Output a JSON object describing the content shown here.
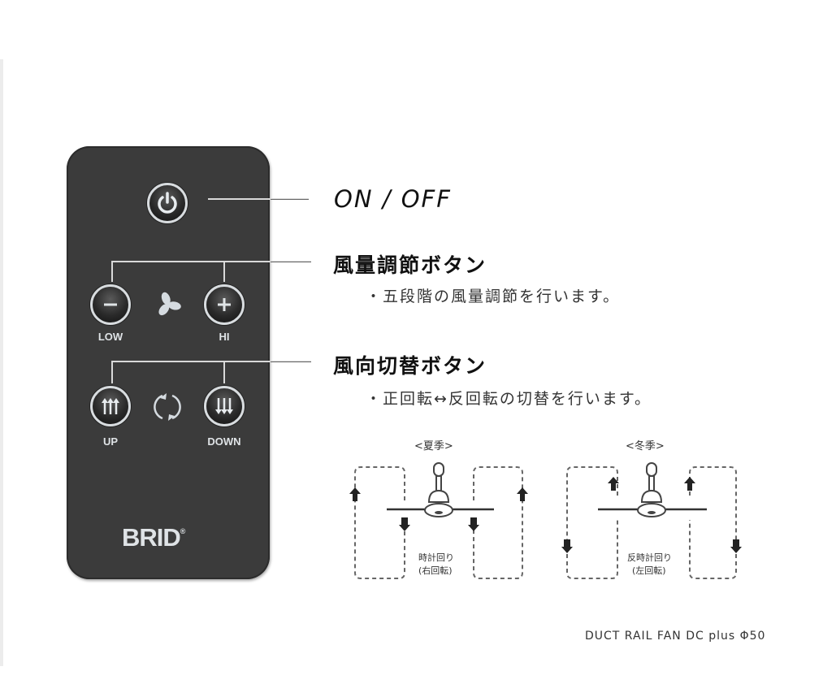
{
  "remote": {
    "brand": "BRID",
    "brand_mark": "®",
    "buttons": {
      "power": {
        "icon": "power-icon"
      },
      "low": {
        "label": "LOW",
        "icon": "minus-icon"
      },
      "hi": {
        "label": "HI",
        "icon": "plus-icon"
      },
      "up": {
        "label": "UP",
        "icon": "arrows-up-icon"
      },
      "down": {
        "label": "DOWN",
        "icon": "arrows-down-icon"
      }
    },
    "decorations": {
      "fan": "fan-icon",
      "rotate": "rotate-icon"
    },
    "colors": {
      "body": "#3b3b3b",
      "button_ring": "#d8dcdf",
      "text": "#dfe3e6"
    }
  },
  "callouts": {
    "power": {
      "title": "ON / OFF"
    },
    "wind_volume": {
      "title": "風量調節ボタン",
      "description": "・五段階の風量調節を行います。"
    },
    "wind_direction": {
      "title": "風向切替ボタン",
      "description": "・正回転↔反回転の切替を行います。"
    }
  },
  "diagrams": {
    "summer": {
      "label": "<夏季>",
      "caption_line1": "時計回り",
      "caption_line2": "(右回転)"
    },
    "winter": {
      "label": "<冬季>",
      "caption_line1": "反時計回り",
      "caption_line2": "(左回転)"
    }
  },
  "footer": {
    "product": "DUCT RAIL FAN DC plus Φ50"
  }
}
